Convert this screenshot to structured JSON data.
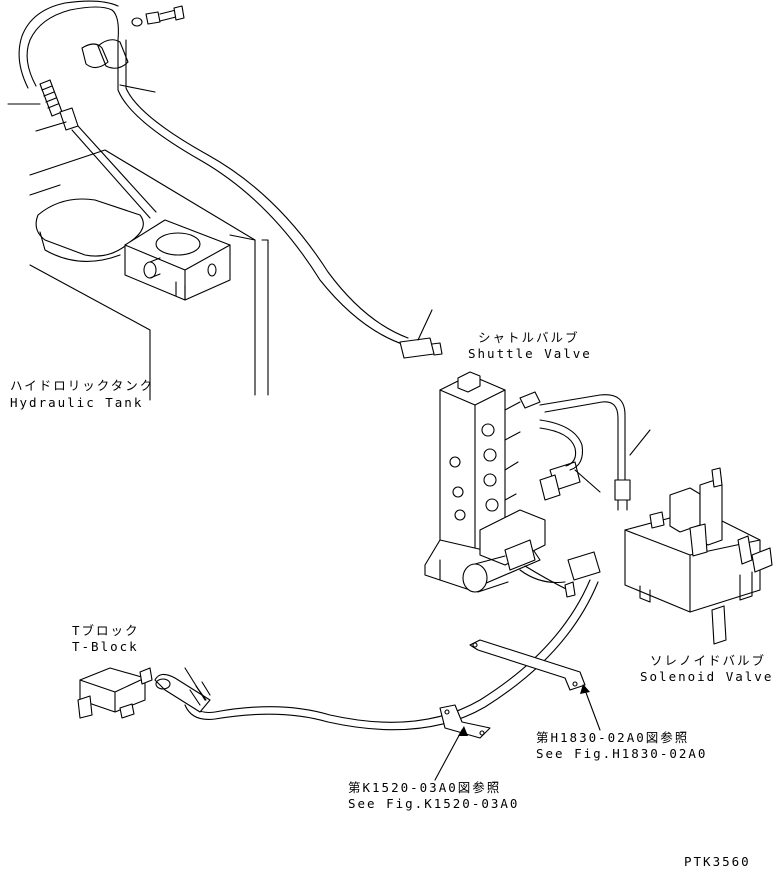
{
  "labels": {
    "hydraulic_tank_jp": "ハイドロリックタンク",
    "hydraulic_tank_en": "Hydraulic Tank",
    "shuttle_valve_jp": "シャトルバルブ",
    "shuttle_valve_en": "Shuttle Valve",
    "t_block_jp": "Tブロック",
    "t_block_en": "T-Block",
    "solenoid_valve_jp": "ソレノイドバルブ",
    "solenoid_valve_en": "Solenoid Valve",
    "ref_h1830_jp": "第H1830-02A0図参照",
    "ref_h1830_en": "See Fig.H1830-02A0",
    "ref_k1520_jp": "第K1520-03A0図参照",
    "ref_k1520_en": "See Fig.K1520-03A0",
    "drawing_code": "PTK3560"
  }
}
